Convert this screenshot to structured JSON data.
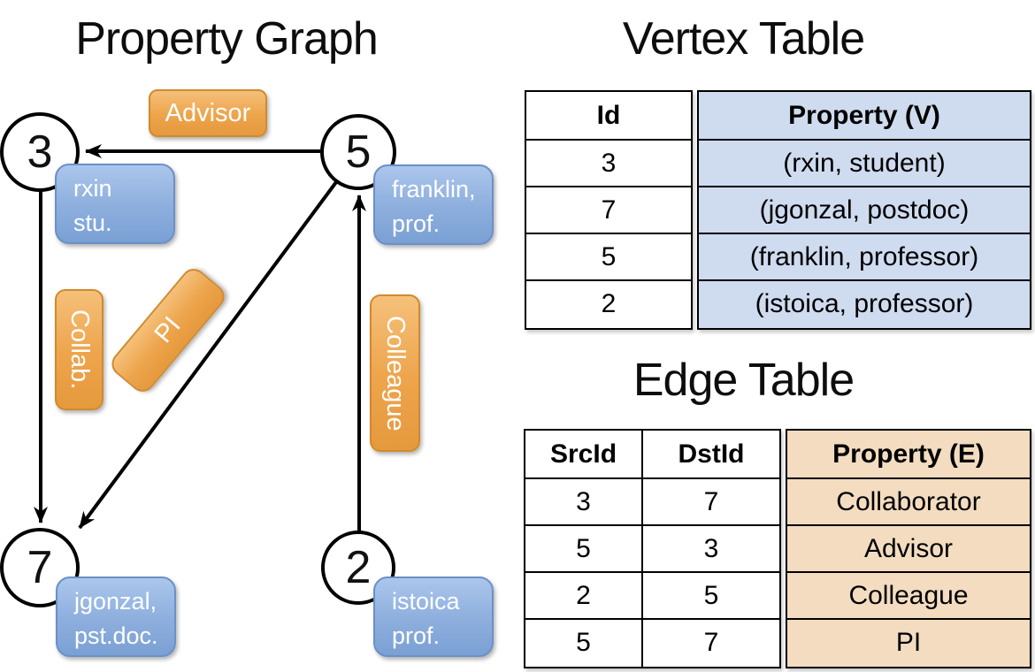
{
  "graph": {
    "title": "Property Graph",
    "nodes": [
      {
        "id": "3"
      },
      {
        "id": "5"
      },
      {
        "id": "7"
      },
      {
        "id": "2"
      }
    ],
    "property_boxes": [
      {
        "line1": "rxin",
        "line2": "stu."
      },
      {
        "line1": "franklin,",
        "line2": "prof."
      },
      {
        "line1": "jgonzal,",
        "line2": "pst.doc."
      },
      {
        "line1": "istoica",
        "line2": "prof."
      }
    ],
    "edge_labels": {
      "advisor": "Advisor",
      "collab": "Collab.",
      "pi": "PI",
      "colleague": "Colleague"
    }
  },
  "vertex_table": {
    "title": "Vertex Table",
    "col_id": "Id",
    "col_property": "Property (V)",
    "rows": [
      [
        "3",
        "(rxin, student)"
      ],
      [
        "7",
        "(jgonzal, postdoc)"
      ],
      [
        "5",
        "(franklin, professor)"
      ],
      [
        "2",
        "(istoica, professor)"
      ]
    ]
  },
  "edge_table": {
    "title": "Edge Table",
    "col_src": "SrcId",
    "col_dst": "DstId",
    "col_property": "Property (E)",
    "rows": [
      [
        "3",
        "7",
        "Collaborator"
      ],
      [
        "5",
        "3",
        "Advisor"
      ],
      [
        "2",
        "5",
        "Colleague"
      ],
      [
        "5",
        "7",
        "PI"
      ]
    ]
  },
  "colors": {
    "edge_label_orange": "#EDA44B",
    "vertex_box_blue": "#8FB0DE",
    "vertex_table_fill": "#CFDBEF",
    "edge_table_fill": "#F3DCC0",
    "line_black": "#000000"
  }
}
